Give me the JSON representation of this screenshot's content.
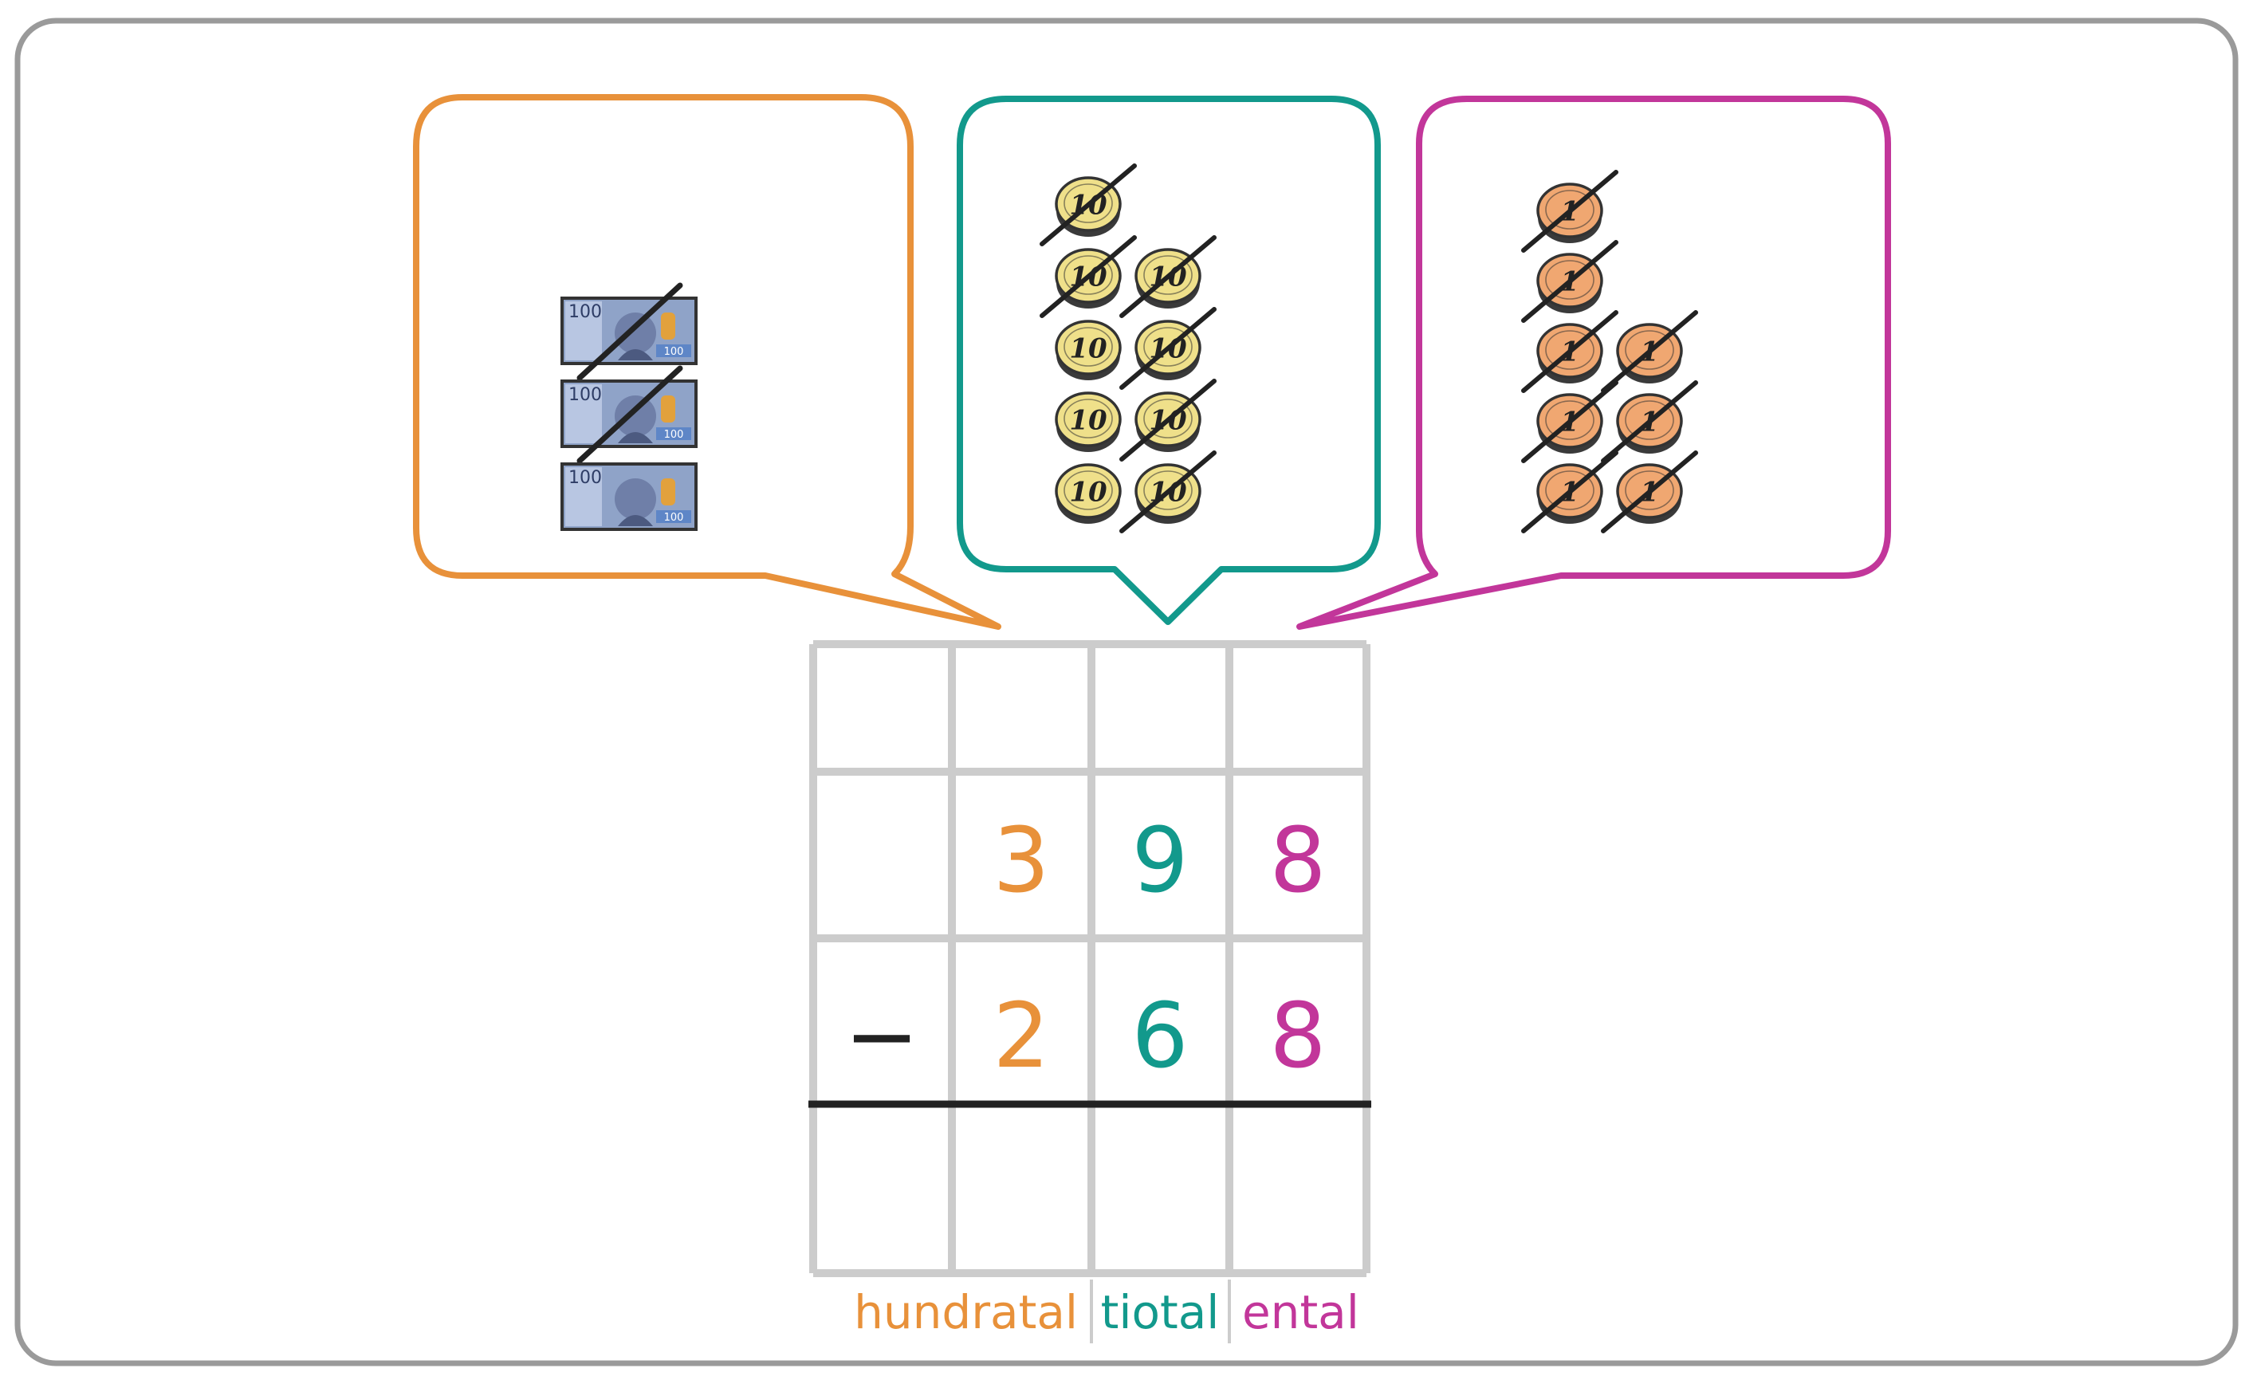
{
  "colors": {
    "hundreds": "#E8913A",
    "tens": "#12998C",
    "ones": "#C2369A",
    "frame": "#9A9A9A",
    "grid": "#CCCCCC",
    "rule": "#222222",
    "note_fill": "#8FA3C8",
    "coin_tens_fill": "#EFE08A",
    "coin_ones_fill": "#F0A771"
  },
  "bubbles": {
    "hundreds": {
      "item": "hundred-kronor-note",
      "note_text": "100",
      "total": 3,
      "crossed": 2
    },
    "tens": {
      "item": "ten-kronor-coin",
      "coin_text": "10",
      "columns": [
        {
          "total": 5,
          "crossed": 2
        },
        {
          "total": 4,
          "crossed": 4
        }
      ]
    },
    "ones": {
      "item": "one-krona-coin",
      "coin_text": "1",
      "columns": [
        {
          "total": 5,
          "crossed": 5
        },
        {
          "total": 3,
          "crossed": 3
        }
      ]
    }
  },
  "calc": {
    "minuend": [
      "3",
      "9",
      "8"
    ],
    "operator": "−",
    "subtrahend": [
      "2",
      "6",
      "8"
    ],
    "result": [
      "",
      "",
      ""
    ]
  },
  "place_labels": {
    "hundreds": "hundratal",
    "tens": "tiotal",
    "ones": "ental"
  }
}
